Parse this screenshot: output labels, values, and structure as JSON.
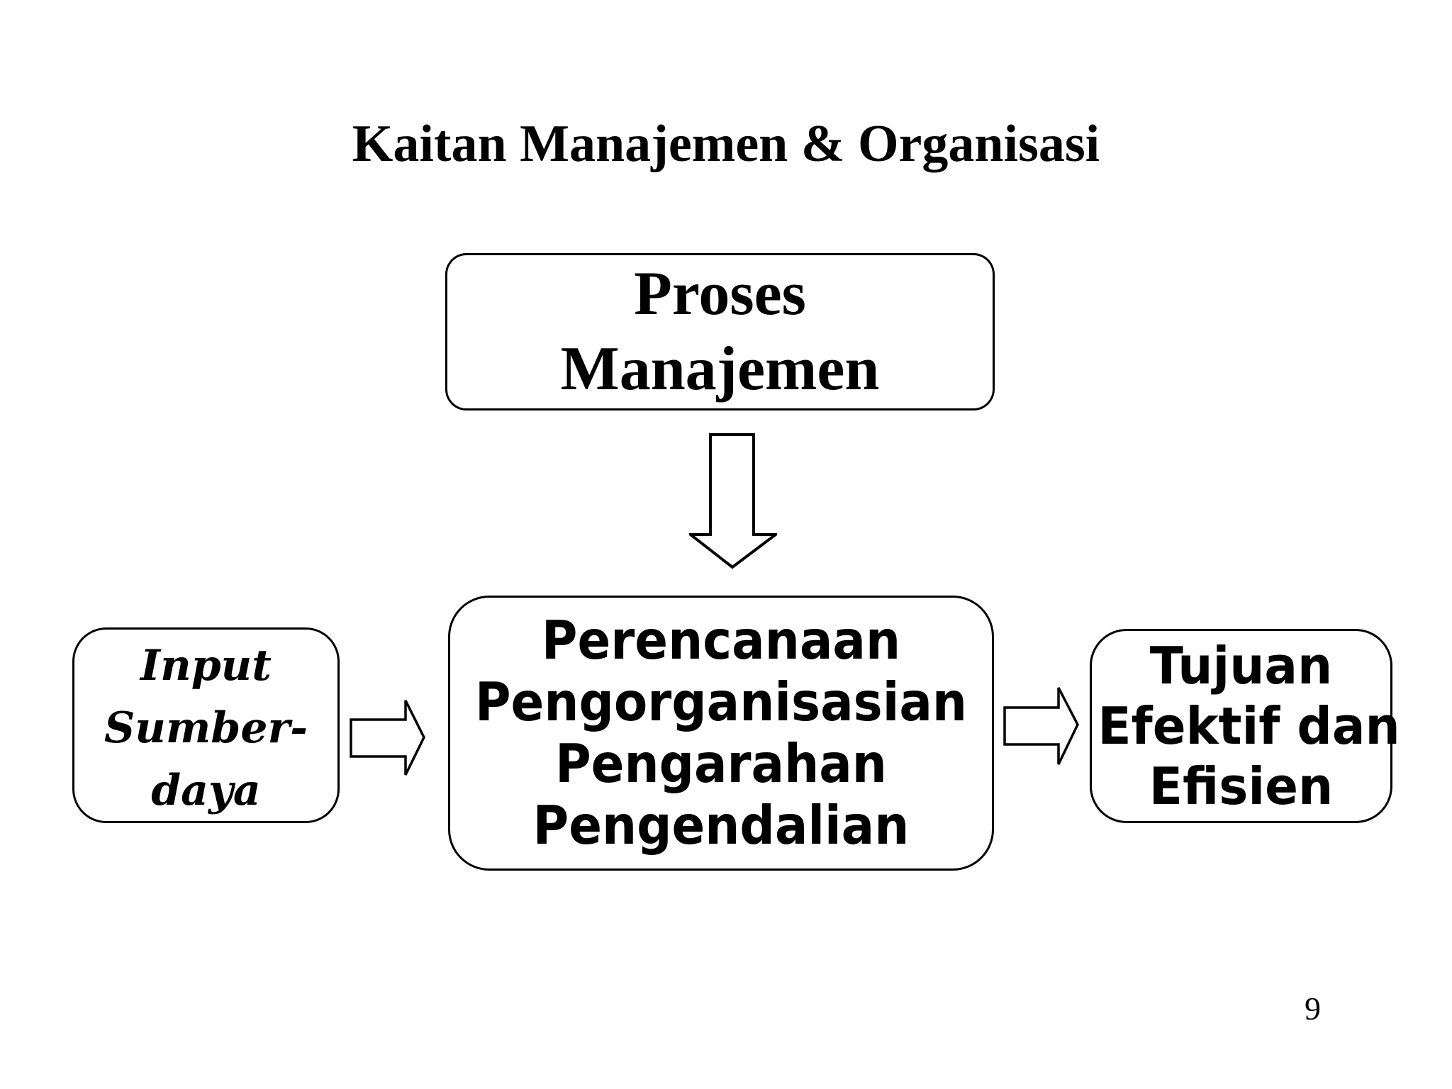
{
  "slide": {
    "title": "Kaitan Manajemen & Organisasi",
    "page_number": "9",
    "colors": {
      "background": "#ffffff",
      "ink": "#000000"
    },
    "process_box": {
      "lines": [
        "Proses",
        "Manajemen"
      ]
    },
    "input_box": {
      "lines": [
        "Input",
        "Sumber-",
        "daya"
      ]
    },
    "functions_box": {
      "lines": [
        "Perencanaan",
        "Pengorganisasian",
        "Pengarahan",
        "Pengendalian"
      ]
    },
    "goal_box": {
      "lines": [
        "Tujuan",
        "Efektif dan",
        "Efisien"
      ]
    },
    "icons": {
      "down_arrow": "down-arrow-icon",
      "right_arrow": "right-arrow-icon"
    }
  }
}
